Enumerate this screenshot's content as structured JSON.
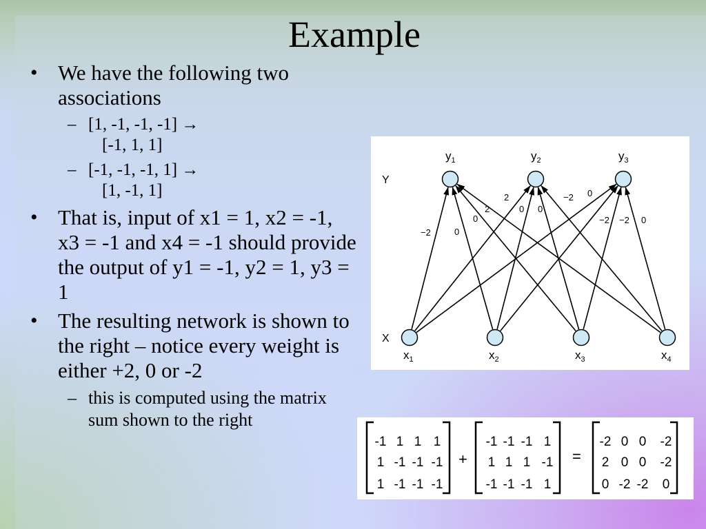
{
  "slide": {
    "title": "Example",
    "bullets": [
      {
        "text": "We have the following two associations",
        "sub": [
          {
            "line1": "[1, -1, -1, -1] →",
            "line2": "[-1, 1, 1]"
          },
          {
            "line1": "[-1, -1, -1, 1] →",
            "line2": "[1, -1, 1]"
          }
        ]
      },
      {
        "text": "That is, input of x1 = 1, x2 = -1, x3 = -1 and x4 = -1 should provide the output of y1 = -1, y2 = 1, y3 = 1"
      },
      {
        "text": "The resulting network is shown to the right – notice every weight is either +2, 0 or -2",
        "sub": [
          {
            "text": "this is computed using the matrix sum shown to the right"
          }
        ]
      }
    ]
  },
  "network": {
    "layer_y_label": "Y",
    "layer_x_label": "X",
    "outputs": [
      {
        "base": "y",
        "sub": "1"
      },
      {
        "base": "y",
        "sub": "2"
      },
      {
        "base": "y",
        "sub": "3"
      }
    ],
    "inputs": [
      {
        "base": "x",
        "sub": "1"
      },
      {
        "base": "x",
        "sub": "2"
      },
      {
        "base": "x",
        "sub": "3"
      },
      {
        "base": "x",
        "sub": "4"
      }
    ],
    "weight_labels": [
      "−2",
      "0",
      "0",
      "2",
      "2",
      "0",
      "0",
      "−2",
      "0",
      "−2",
      "−2",
      "0"
    ]
  },
  "matrices": {
    "plus": "+",
    "equals": "=",
    "a": [
      [
        "-1",
        "1",
        "1",
        "1"
      ],
      [
        "1",
        "-1",
        "-1",
        "-1"
      ],
      [
        "1",
        "-1",
        "-1",
        "-1"
      ]
    ],
    "b": [
      [
        "-1",
        "-1",
        "-1",
        "1"
      ],
      [
        "1",
        "1",
        "1",
        "-1"
      ],
      [
        "-1",
        "-1",
        "-1",
        "1"
      ]
    ],
    "c": [
      [
        "-2",
        "0",
        "0",
        "-2"
      ],
      [
        "2",
        "0",
        "0",
        "-2"
      ],
      [
        "0",
        "-2",
        "-2",
        "0"
      ]
    ]
  }
}
